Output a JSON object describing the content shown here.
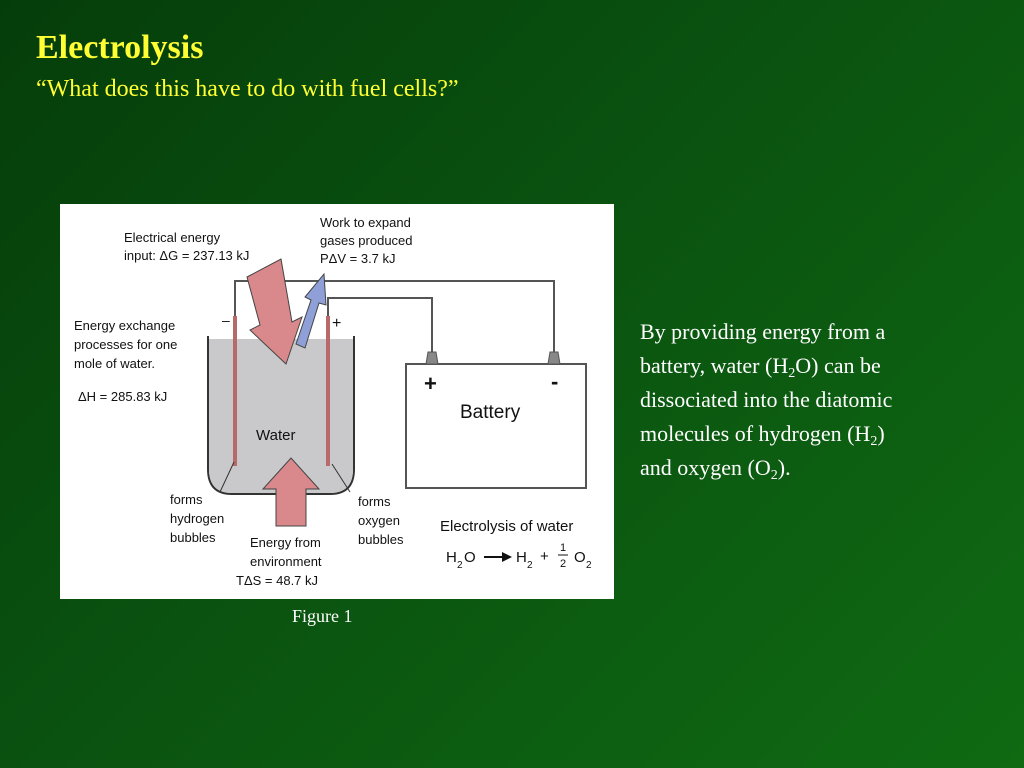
{
  "slide": {
    "title": "Electrolysis",
    "subtitle": "“What does this have to do with fuel cells?”",
    "figure_caption": "Figure 1",
    "description": {
      "line1": "By providing energy from a",
      "line2a": "battery, water (H",
      "line2sub": "2",
      "line2b": "O) can be",
      "line3": "dissociated into the diatomic",
      "line4a": "molecules of hydrogen (H",
      "line4sub": "2",
      "line4b": ")",
      "line5a": "and oxygen (O",
      "line5sub": "2",
      "line5b": ")."
    }
  },
  "diagram": {
    "electrical_energy_line1": "Electrical energy",
    "electrical_energy_line2": "input: ΔG = 237.13 kJ",
    "work_line1": "Work to expand",
    "work_line2": "gases produced",
    "work_line3": "PΔV = 3.7 kJ",
    "exchange_line1": "Energy exchange",
    "exchange_line2": "processes for one",
    "exchange_line3": "mole of water.",
    "enthalpy": "ΔH = 285.83 kJ",
    "minus_sign": "–",
    "plus_sign": "+",
    "water_label": "Water",
    "battery_label": "Battery",
    "battery_plus": "+",
    "battery_minus": "-",
    "hydrogen_line1": "forms",
    "hydrogen_line2": "hydrogen",
    "hydrogen_line3": "bubbles",
    "oxygen_line1": "forms",
    "oxygen_line2": "oxygen",
    "oxygen_line3": "bubbles",
    "environment_line1": "Energy from",
    "environment_line2": "environment",
    "environment_line3": "TΔS = 48.7 kJ",
    "reaction_title": "Electrolysis of water",
    "eq_h": "H",
    "eq_2a": "2",
    "eq_o": "O",
    "eq_h2": "H",
    "eq_2b": "2",
    "eq_plus": "+",
    "eq_num": "1",
    "eq_den": "2",
    "eq_o2": "O",
    "eq_2c": "2",
    "colors": {
      "energy_arrow": "#d9898c",
      "work_arrow": "#8fa0d8",
      "electrode": "#b86a6a",
      "water": "#c9c9cb",
      "title": "#ffff33"
    }
  }
}
